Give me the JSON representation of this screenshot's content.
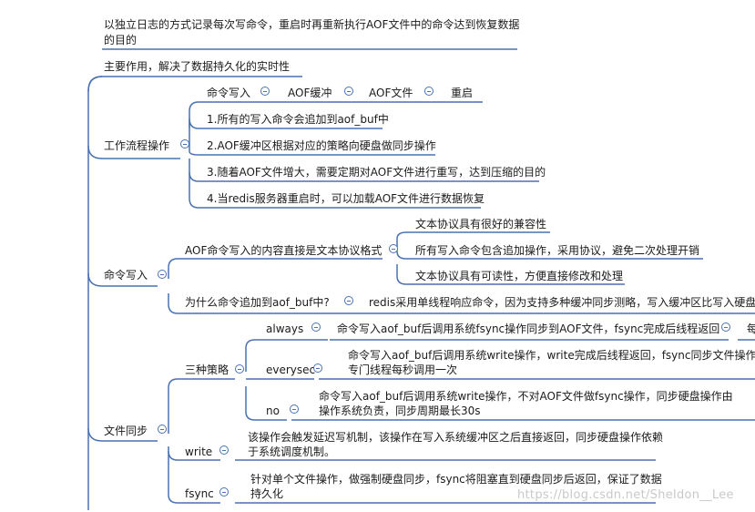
{
  "header": {
    "line1": "以独立日志的方式记录每次写命令，重启时再重新执行AOF文件中的命令达到恢复数据",
    "line2": "的目的"
  },
  "purpose": "主要作用，解决了数据持久化的实时性",
  "workflow": {
    "label": "工作流程操作",
    "steps": [
      "命令写入",
      "AOF缓冲",
      "AOF文件",
      "重启"
    ],
    "items": [
      "1.所有的写入命令会追加到aof_buf中",
      "2.AOF缓冲区根据对应的策略向硬盘做同步操作",
      "3.随着AOF文件增大，需要定期对AOF文件进行重写，达到压缩的目的",
      "4.当redis服务器重启时，可以加载AOF文件进行数据恢复"
    ]
  },
  "cmd_write": {
    "label": "命令写入",
    "format_label": "AOF命令写入的内容直接是文本协议格式",
    "format_items": [
      "文本协议具有很好的兼容性",
      "所有写入命令包含追加操作，采用协议，避免二次处理开销",
      "文本协议具有可读性，方便直接修改和处理"
    ],
    "why_label": "为什么命令追加到aof_buf中?",
    "why_answer": "redis采用单线程响应命令，因为支持多种缓冲同步测略，写入缓冲区比写入硬盘要"
  },
  "file_sync": {
    "label": "文件同步",
    "strategies_label": "三种策略",
    "strategies": {
      "always": {
        "name": "always",
        "desc": "命令写入aof_buf后调用系统fsync操作同步到AOF文件，fsync完成后线程返回",
        "tail": "每"
      },
      "everysec": {
        "name": "everysec",
        "line1": "命令写入aof_buf后调用系统write操作，write完成后线程返回，fsync同步文件操作由",
        "line2": "专门线程每秒调用一次"
      },
      "no": {
        "name": "no",
        "line1": "命令写入aof_buf后调用系统write操作，不对AOF文件做fsync操作，同步硬盘操作由",
        "line2": "操作系统负责，同步周期最长30s"
      }
    },
    "write": {
      "name": "write",
      "line1": "该操作会触发延迟写机制，该操作在写入系统缓冲区之后直接返回，同步硬盘操作依赖",
      "line2": "于系统调度机制。"
    },
    "fsync": {
      "name": "fsync",
      "line1": "针对单个文件操作，做强制硬盘同步，fsync将阻塞直到硬盘同步后返回，保证了数据",
      "line2": "持久化"
    }
  },
  "watermark": "https://blog.csdn.net/Sheldon__Lee",
  "colors": {
    "line": "#4a72b0",
    "text": "#1b1b1b",
    "watermark": "#c9c9c9"
  }
}
